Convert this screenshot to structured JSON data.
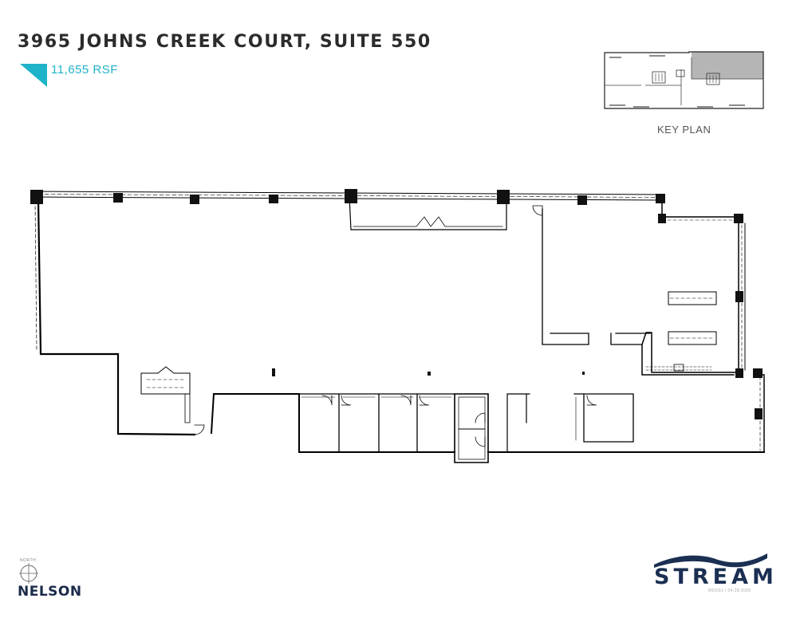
{
  "header": {
    "title": "3965 JOHNS CREEK COURT, SUITE 550",
    "area": "11,655 RSF",
    "accent_color": "#1fb3c9"
  },
  "key_plan": {
    "label": "KEY PLAN",
    "highlight_color": "#b5b5b5"
  },
  "compass": {
    "label": "NORTH",
    "icon": "north-compass-icon"
  },
  "logos": {
    "left": "NELSON",
    "right": "STREAM",
    "right_subtext": "MDSS3 | 04.28.2026",
    "right_color": "#1b2f52"
  },
  "floor_plan": {
    "wall_color": "#000000"
  }
}
